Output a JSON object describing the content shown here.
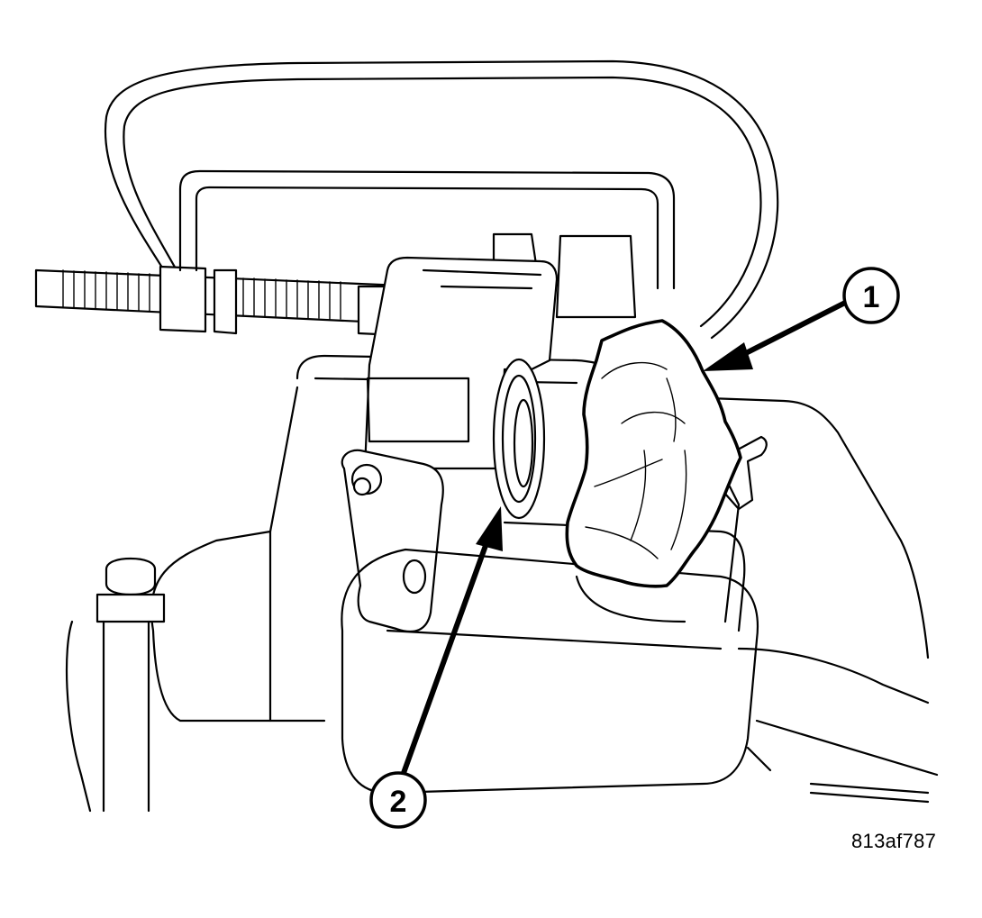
{
  "callouts": [
    {
      "number": "1"
    },
    {
      "number": "2"
    }
  ],
  "figure_id": "813af787"
}
